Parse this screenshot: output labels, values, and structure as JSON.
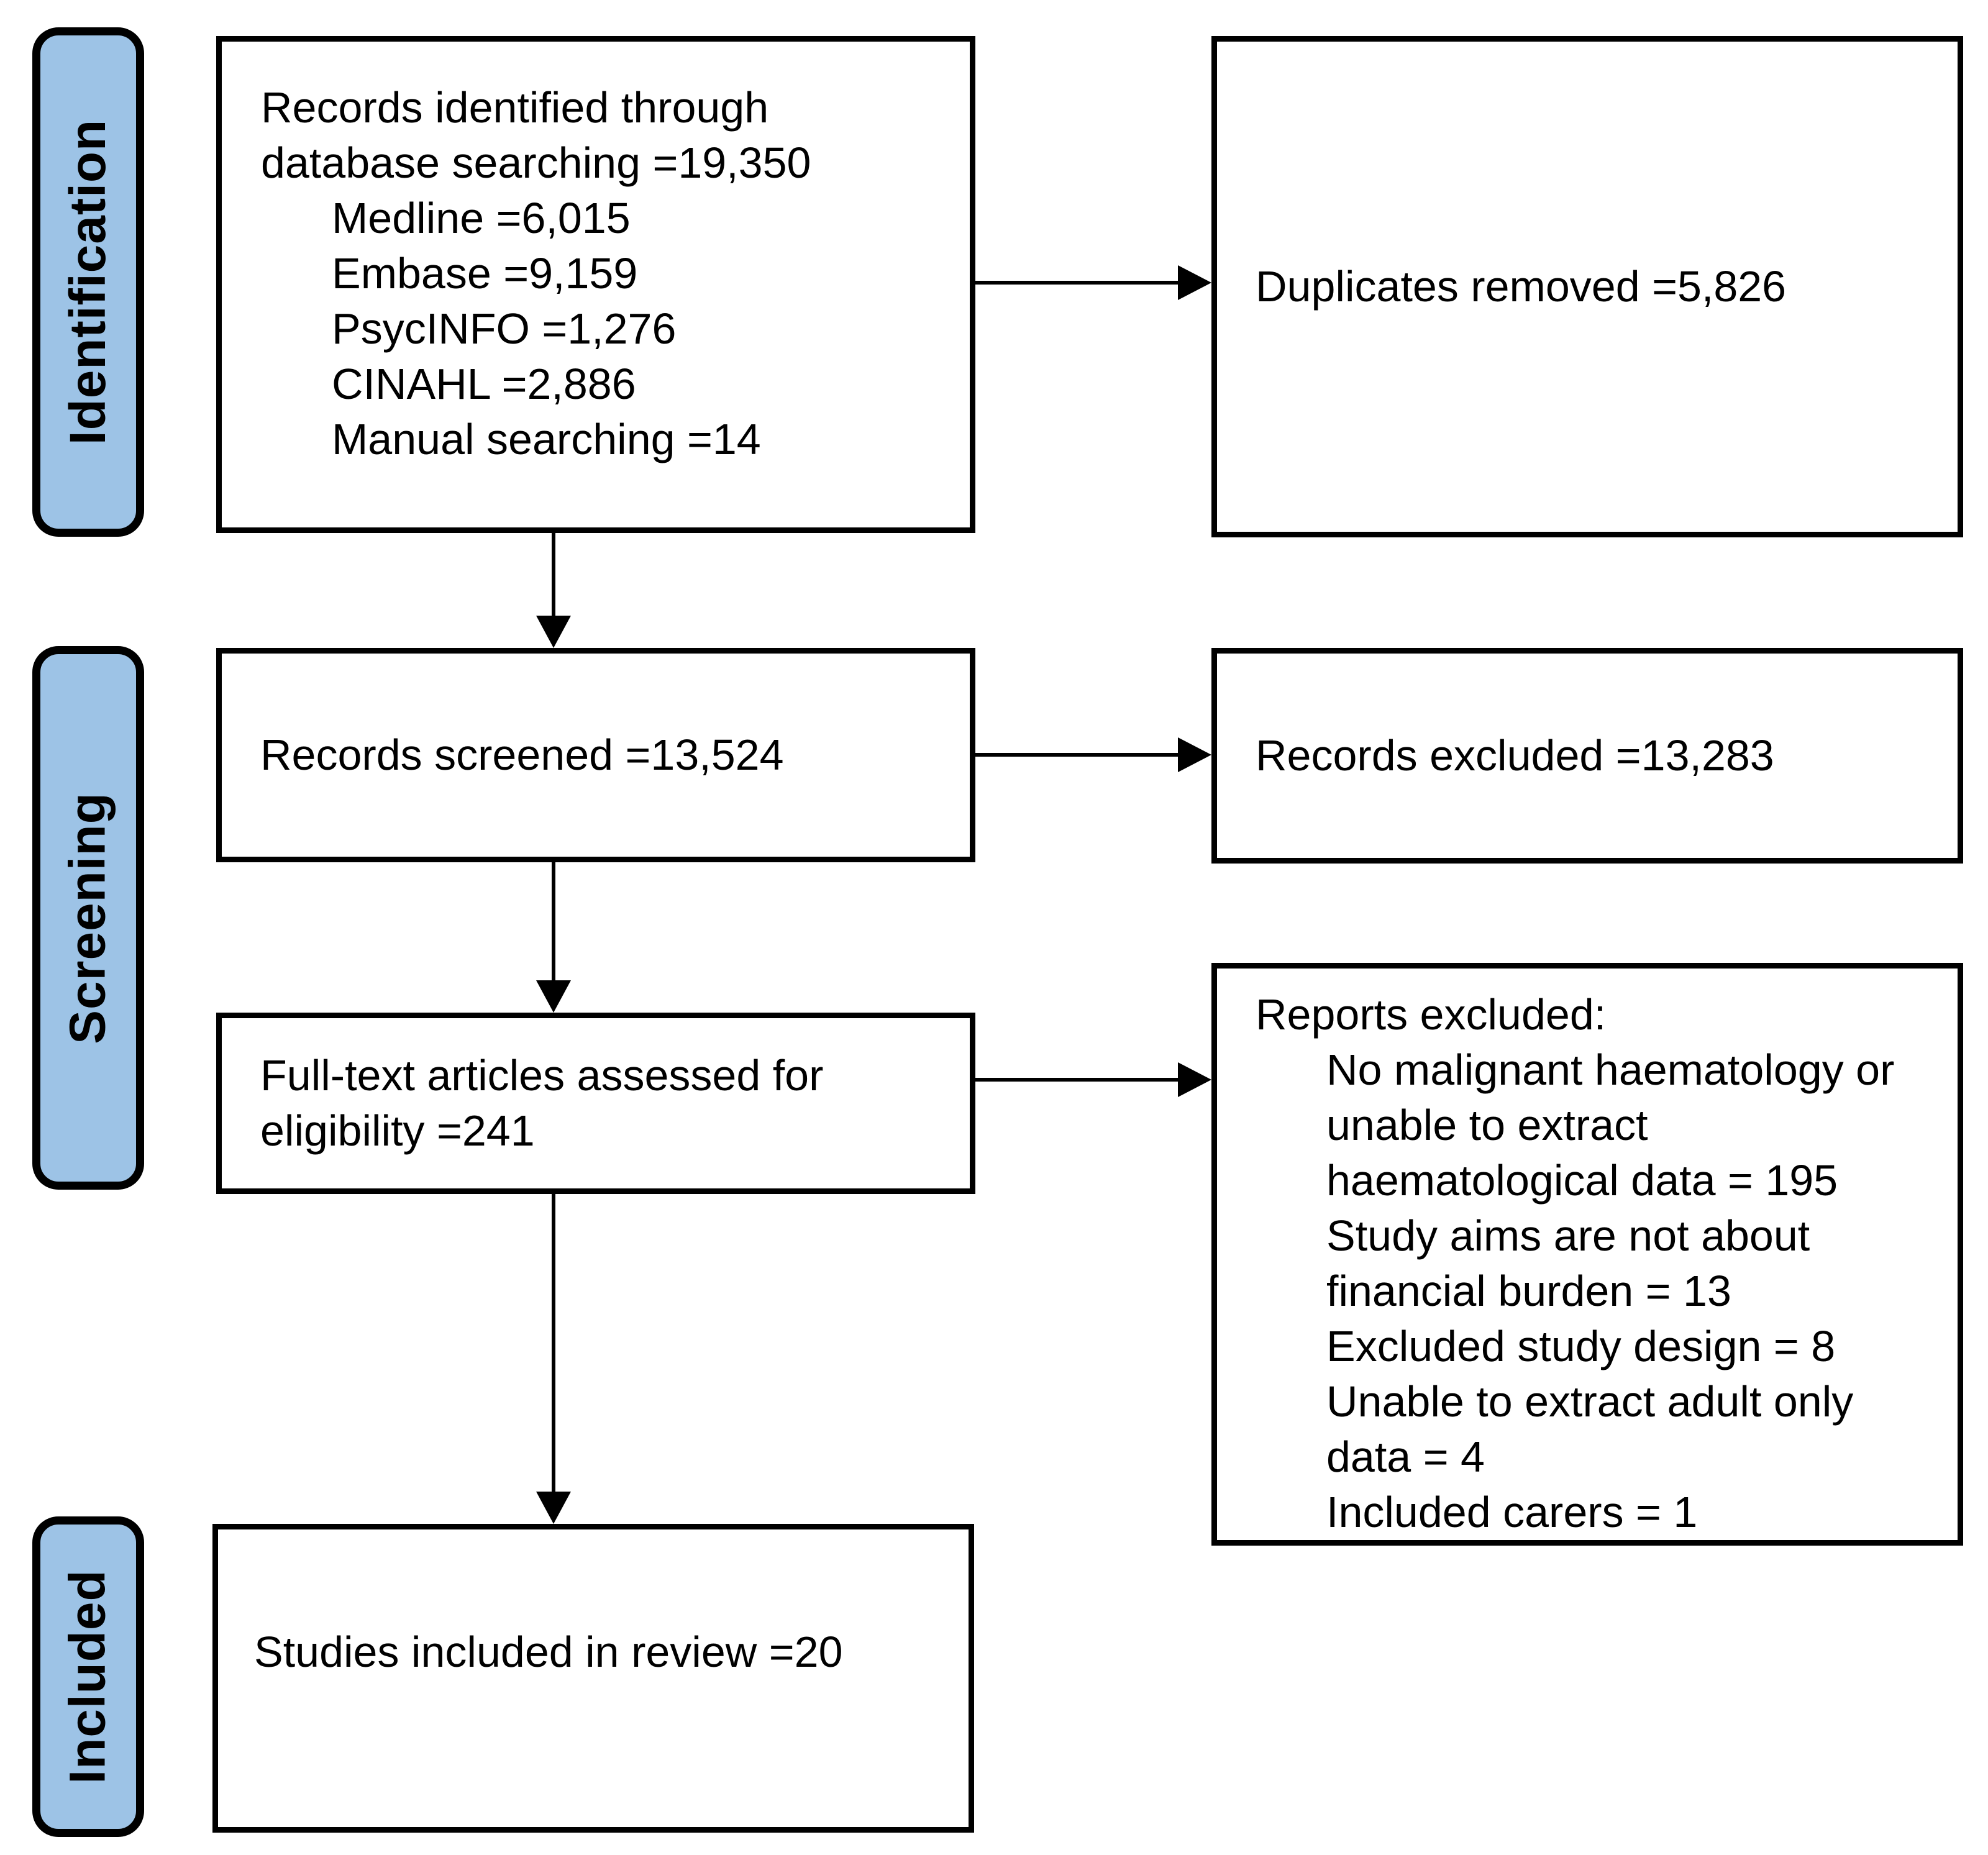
{
  "colors": {
    "stage_fill": "#9DC3E6",
    "line": "#000000",
    "background": "#FFFFFF"
  },
  "stages": [
    {
      "id": "identification",
      "label": "Identification"
    },
    {
      "id": "screening",
      "label": "Screening"
    },
    {
      "id": "included",
      "label": "Included"
    }
  ],
  "boxes": {
    "records_identified": {
      "lines": [
        {
          "text": "Records identified through",
          "indent": false
        },
        {
          "text": "database searching =19,350",
          "indent": false
        },
        {
          "text": "Medline =6,015",
          "indent": true
        },
        {
          "text": "Embase =9,159",
          "indent": true
        },
        {
          "text": "PsycINFO =1,276",
          "indent": true
        },
        {
          "text": "CINAHL =2,886",
          "indent": true
        },
        {
          "text": "Manual searching =14",
          "indent": true
        }
      ]
    },
    "duplicates_removed": {
      "text": "Duplicates removed =5,826"
    },
    "records_screened": {
      "text": "Records screened =13,524"
    },
    "records_excluded": {
      "text": "Records excluded =13,283"
    },
    "full_text_assessed": {
      "lines": [
        {
          "text": "Full-text articles assessed for",
          "indent": false
        },
        {
          "text": "eligibility =241",
          "indent": false
        }
      ]
    },
    "reports_excluded": {
      "lines": [
        {
          "text": "Reports excluded:",
          "indent": false
        },
        {
          "text": "No malignant haematology or",
          "indent": true
        },
        {
          "text": "unable to extract",
          "indent": true
        },
        {
          "text": "haematological data = 195",
          "indent": true
        },
        {
          "text": "Study aims are not about",
          "indent": true
        },
        {
          "text": "financial burden = 13",
          "indent": true
        },
        {
          "text": "Excluded study design = 8",
          "indent": true
        },
        {
          "text": "Unable to extract adult only",
          "indent": true
        },
        {
          "text": "data = 4",
          "indent": true
        },
        {
          "text": "Included carers = 1",
          "indent": true
        }
      ]
    },
    "studies_included": {
      "text": "Studies included in review =20"
    }
  }
}
